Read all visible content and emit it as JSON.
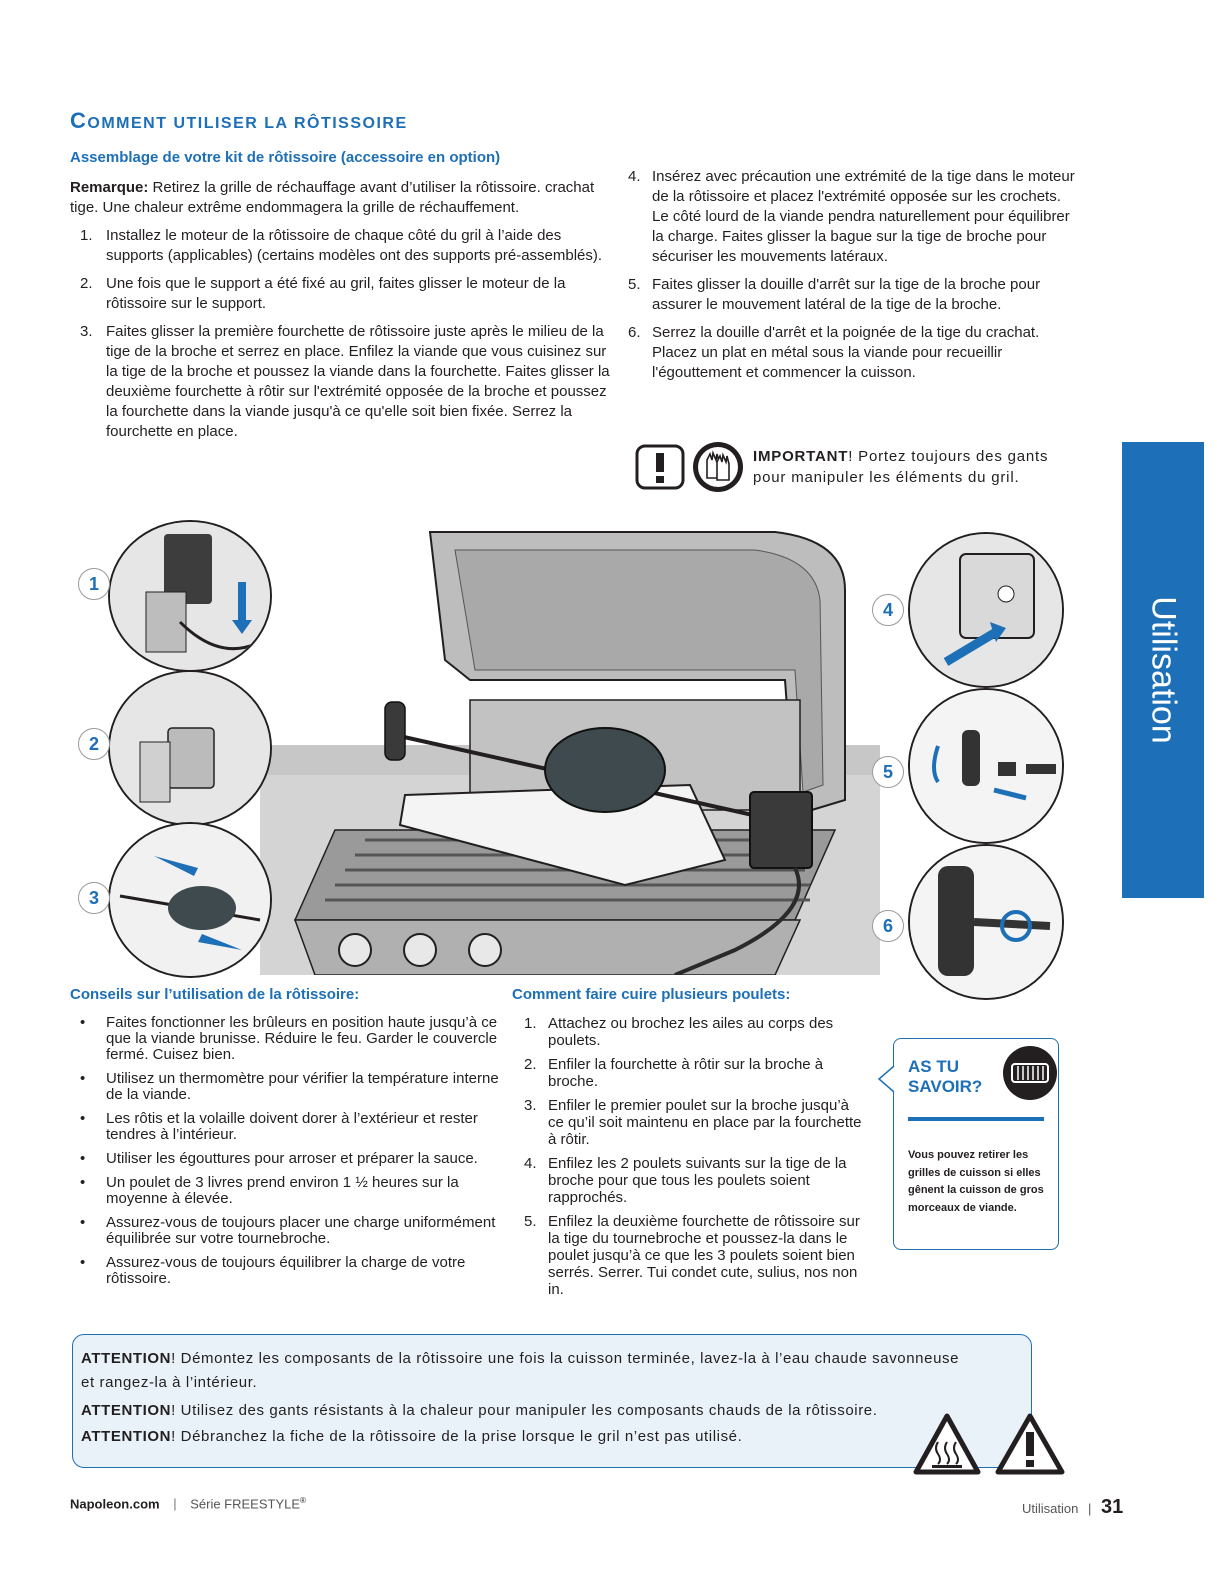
{
  "heading": {
    "first_letter": "C",
    "rest": "OMMENT UTILISER LA RÔTISSOIRE"
  },
  "assembly": {
    "title": "Assemblage de votre kit de rôtissoire (accessoire en option)",
    "note_label": "Remarque:",
    "note_text": " Retirez la grille de réchauffage avant d’utiliser la rôtissoire. crachat tige. Une chaleur extrême endommagera la grille de réchauffement.",
    "steps": [
      {
        "num": "1.",
        "text": "Installez le moteur de la rôtissoire de chaque côté du gril à l’aide des supports (applicables) (certains modèles ont des supports pré-assemblés)."
      },
      {
        "num": "2.",
        "text": "Une fois que le support a été fixé au gril, faites glisser le moteur de la rôtissoire sur le support."
      },
      {
        "num": "3.",
        "text": "Faites glisser la première fourchette de rôtissoire juste après le milieu de la tige de la broche et serrez en place. Enfilez la viande que vous cuisinez sur la tige de la broche et poussez la viande dans la fourchette. Faites glisser la deuxième fourchette à rôtir sur l'extrémité opposée de la broche et poussez la fourchette dans la viande jusqu'à ce qu'elle soit bien fixée. Serrez la fourchette en place."
      }
    ],
    "steps_right": [
      {
        "num": "4.",
        "text": "Insérez avec précaution une extrémité de la tige dans le moteur de la rôtissoire et placez l'extrémité opposée sur les crochets. Le côté lourd de la viande pendra naturellement pour équilibrer la charge. Faites glisser la bague sur la tige de broche pour sécuriser les mouvements latéraux."
      },
      {
        "num": "5.",
        "text": "Faites glisser la douille d'arrêt sur la tige de la broche pour assurer le mouvement latéral de la tige de la broche."
      },
      {
        "num": "6.",
        "text": "Serrez la douille d'arrêt et la poignée de la tige du crachat. Placez un plat en métal sous la viande pour recueillir l'égouttement et commencer la cuisson."
      }
    ],
    "important_label": "IMPORTANT",
    "important_text": "! Portez toujours des gants pour manipuler les éléments du gril."
  },
  "figure": {
    "badges": [
      "1",
      "2",
      "3",
      "4",
      "5",
      "6"
    ]
  },
  "sidebar_tab": "Utilisation",
  "tips": {
    "title": "Conseils sur l’utilisation de la rôtissoire:",
    "items": [
      "Faites fonctionner les brûleurs en position haute jusqu’à ce que la viande brunisse. Réduire le feu. Garder le couvercle fermé. Cuisez bien.",
      "Utilisez un thermomètre pour vérifier la température interne de la viande.",
      "Les rôtis et la volaille doivent dorer à l’extérieur et rester tendres à l’intérieur.",
      "Utiliser les égouttures pour arroser et préparer la sauce.",
      "Un poulet de 3 livres prend environ 1 ½ heures sur la moyenne à élevée.",
      "Assurez-vous de toujours placer une charge uniformément équilibrée sur votre tournebroche.",
      "Assurez-vous de toujours équilibrer la charge de votre rôtissoire."
    ]
  },
  "chickens": {
    "title": "Comment faire cuire plusieurs poulets:",
    "steps": [
      {
        "num": "1.",
        "text": "Attachez ou brochez les ailes au corps des poulets."
      },
      {
        "num": "2.",
        "text": "Enfiler la fourchette à rôtir sur la broche à broche."
      },
      {
        "num": "3.",
        "text": "Enfiler le premier poulet sur la broche jusqu’à ce qu’il soit maintenu en place par la fourchette à rôtir."
      },
      {
        "num": "4.",
        "text": "Enfilez les 2 poulets suivants sur la tige de la broche pour que tous les poulets soient rapprochés."
      },
      {
        "num": "5.",
        "text": "Enfilez la deuxième fourchette de rôtissoire sur la tige du tournebroche et poussez-la dans le poulet jusqu’à ce que les 3 poulets soient bien serrés. Serrer. Tui condet cute, sulius, nos non in."
      }
    ]
  },
  "did_you_know": {
    "title_line1": "AS TU",
    "title_line2": "SAVOIR?",
    "body": "Vous pouvez retirer les grilles de cuisson si elles gênent la cuisson de gros morceaux de viande."
  },
  "attention": [
    {
      "label": "ATTENTION",
      "text": "! Démontez les composants de la rôtissoire une fois la cuisson terminée, lavez-la à l’eau chaude savonneuse et rangez-la à l’intérieur."
    },
    {
      "label": "ATTENTION",
      "text": "! Utilisez des gants résistants à la chaleur pour manipuler les composants chauds de la rôtissoire."
    },
    {
      "label": "ATTENTION",
      "text": "! Débranchez la fiche de la rôtissoire de la prise lorsque le gril n’est pas utilisé."
    }
  ],
  "footer": {
    "site": "Napoleon.com",
    "sep": "|",
    "series": "Série FREESTYLE",
    "reg": "®",
    "section": "Utilisation",
    "page": "31"
  },
  "colors": {
    "accent": "#1d6fb8",
    "tab": "#1d70b8",
    "text": "#231f20",
    "attention_bg": "#e9f2f9"
  }
}
